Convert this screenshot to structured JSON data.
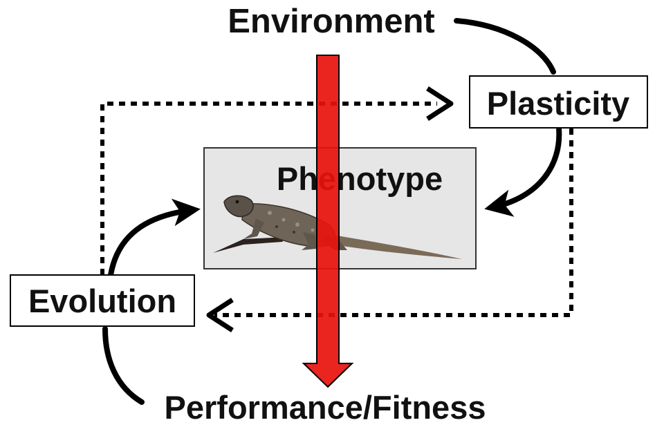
{
  "diagram": {
    "top_label": "Environment",
    "plasticity_label": "Plasticity",
    "phenotype_label": "Phenotype",
    "evolution_label": "Evolution",
    "bottom_label": "Performance/Fitness",
    "phenotype_image": "lizard-illustration"
  },
  "colors": {
    "main_arrow": "#e8120d",
    "arrows": "#000000",
    "phenotype_box_fill": "#e6e6e6",
    "phenotype_box_border": "#333333",
    "label_box_border": "#000000",
    "text": "#111111"
  }
}
